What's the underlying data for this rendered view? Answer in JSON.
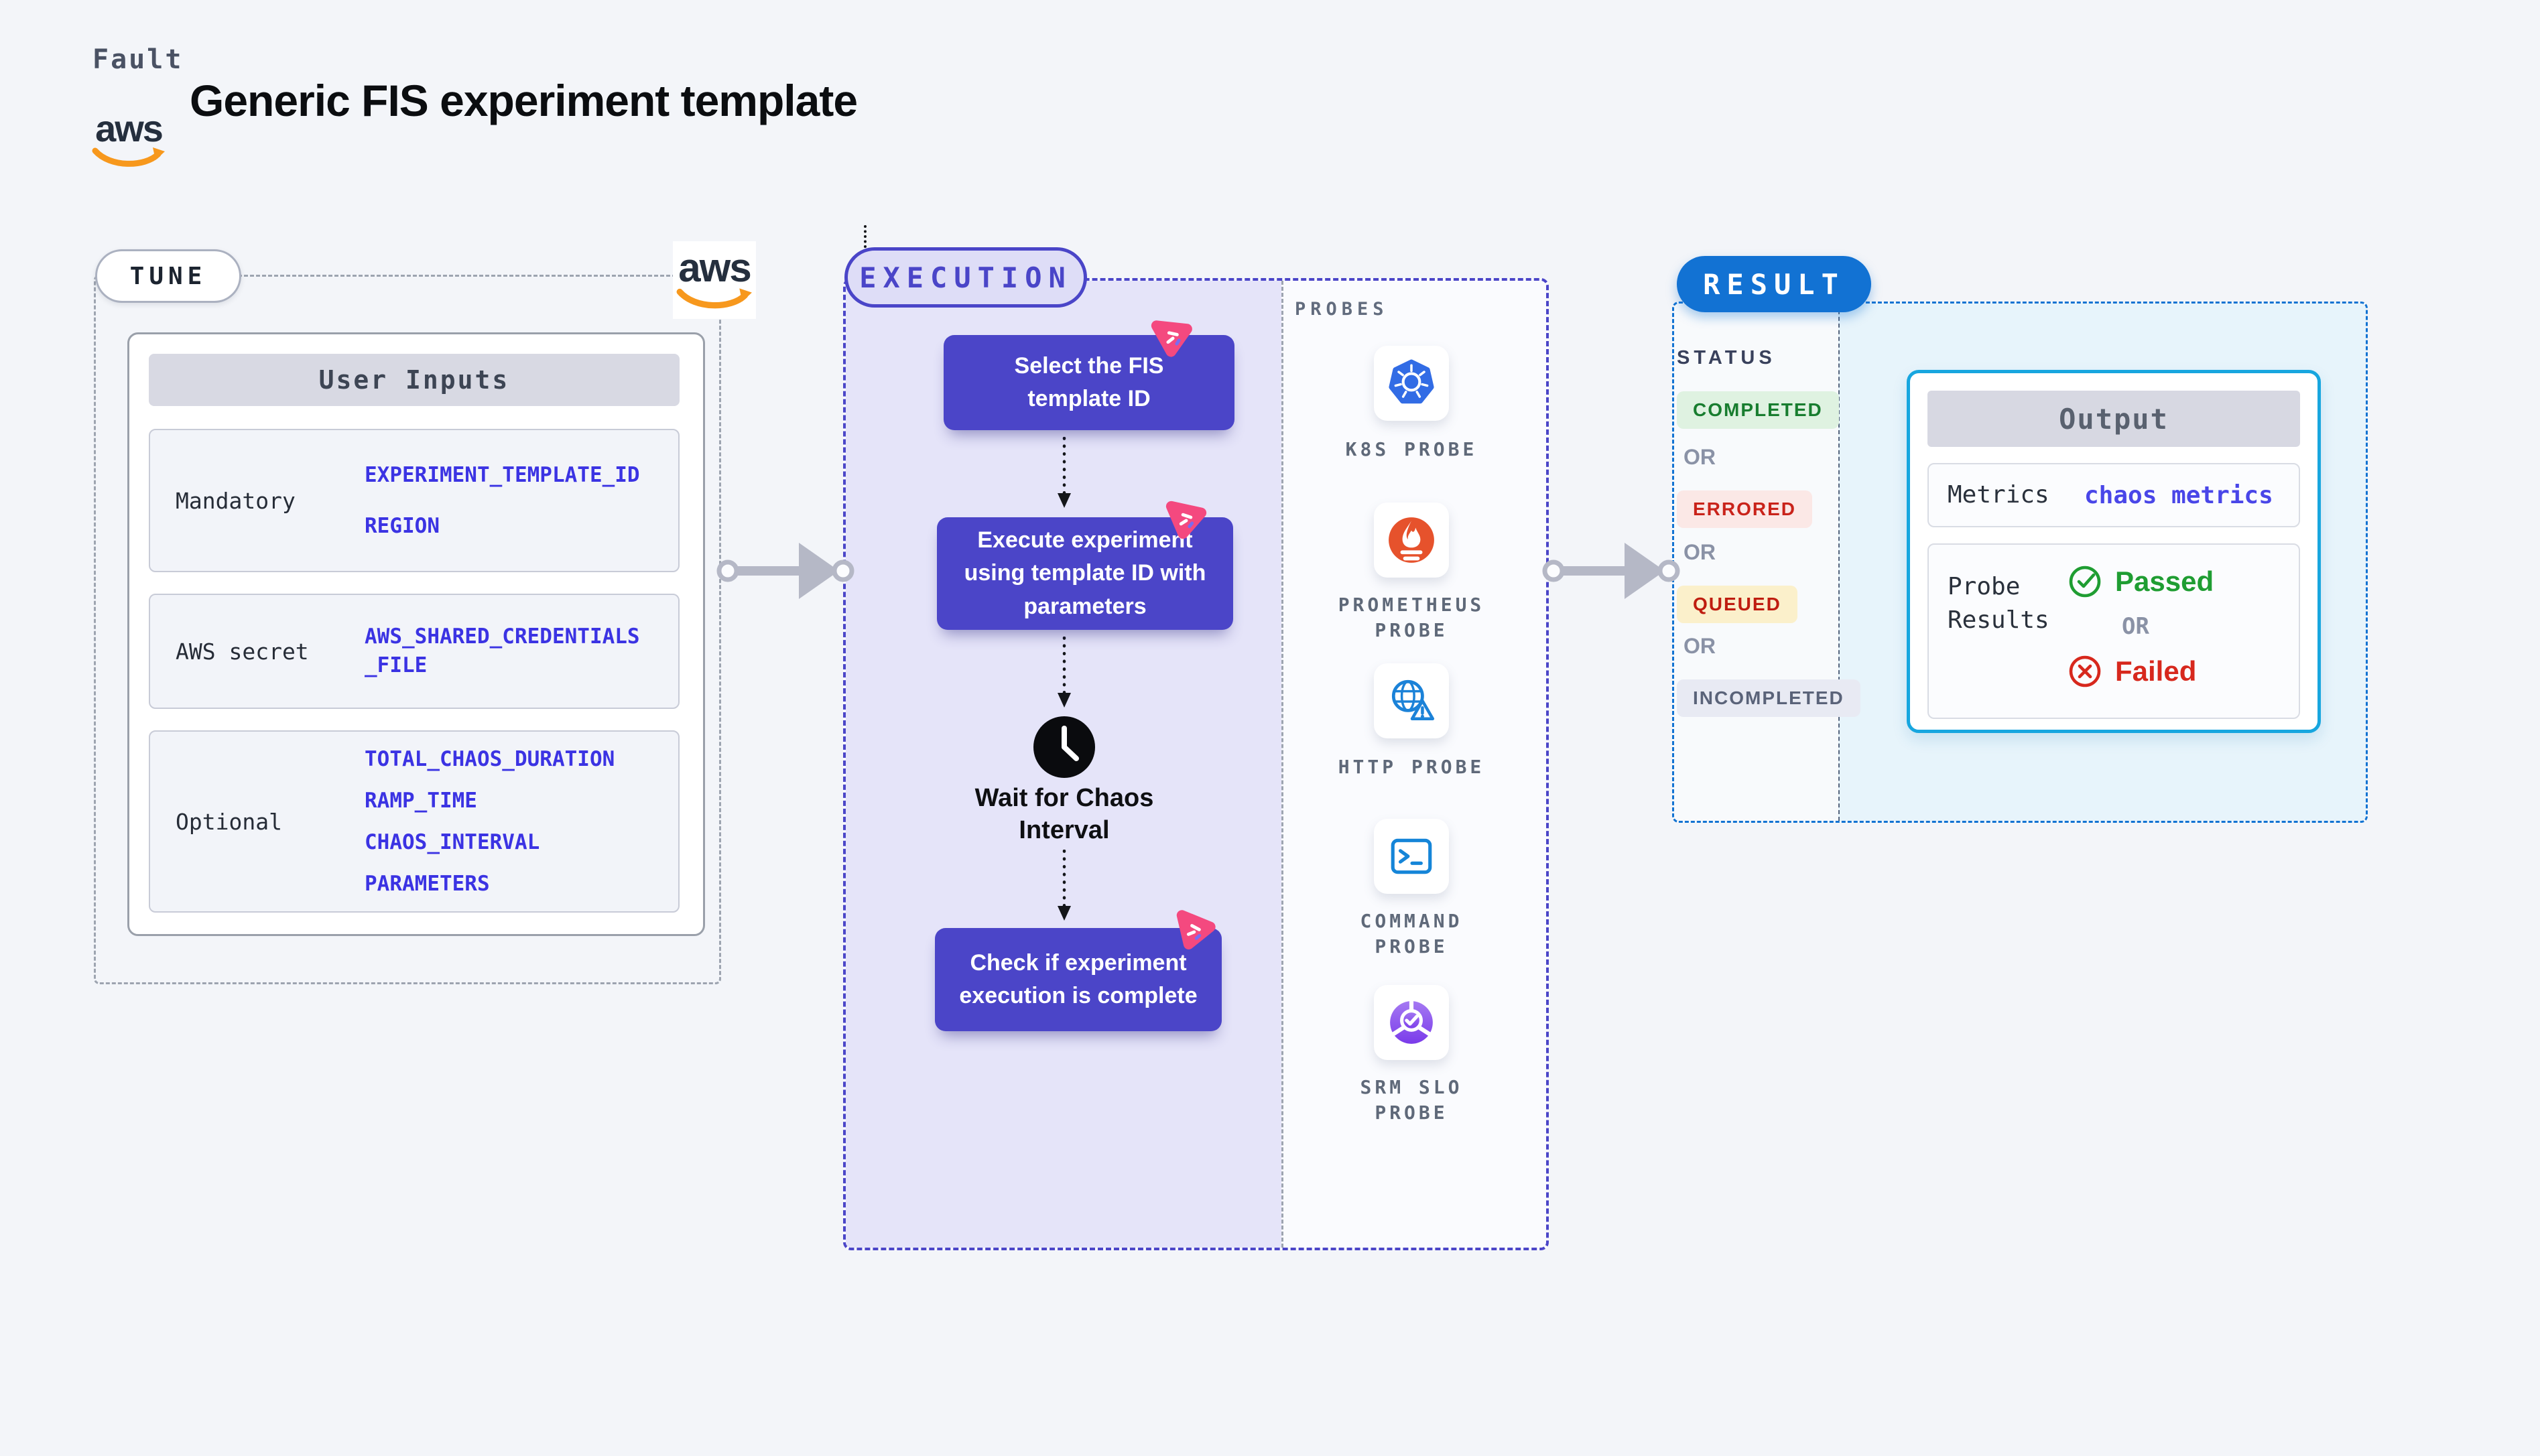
{
  "header": {
    "brand": "Fault",
    "title": "Generic FIS experiment template",
    "aws_logo_text": "aws"
  },
  "tune": {
    "badge_label": "TUNE",
    "table": {
      "title": "User Inputs",
      "rows": [
        {
          "label": "Mandatory",
          "values": [
            "EXPERIMENT_TEMPLATE_ID",
            "REGION"
          ]
        },
        {
          "label": "AWS secret",
          "values": [
            "AWS_SHARED_CREDENTIALS",
            "_FILE"
          ]
        },
        {
          "label": "Optional",
          "values": [
            "TOTAL_CHAOS_DURATION",
            "RAMP_TIME",
            "CHAOS_INTERVAL",
            "PARAMETERS"
          ]
        }
      ]
    }
  },
  "execution": {
    "badge_label": "EXECUTION",
    "steps": [
      {
        "label": "Select the FIS template ID",
        "type": "action"
      },
      {
        "label": "Execute experiment using template ID with parameters",
        "type": "action"
      },
      {
        "label": "Wait for Chaos Interval",
        "type": "wait"
      },
      {
        "label": "Check if experiment execution is complete",
        "type": "action"
      }
    ],
    "probes_title": "PROBES",
    "probes": [
      {
        "label": "K8S PROBE",
        "icon": "kubernetes-icon"
      },
      {
        "label": "PROMETHEUS PROBE",
        "icon": "prometheus-icon"
      },
      {
        "label": "HTTP PROBE",
        "icon": "http-globe-icon"
      },
      {
        "label": "COMMAND PROBE",
        "icon": "terminal-icon"
      },
      {
        "label": "SRM SLO PROBE",
        "icon": "slo-donut-icon"
      }
    ]
  },
  "result": {
    "badge_label": "RESULT",
    "status_title": "STATUS",
    "or_label": "OR",
    "statuses": [
      {
        "label": "COMPLETED",
        "kind": "success"
      },
      {
        "label": "ERRORED",
        "kind": "error"
      },
      {
        "label": "QUEUED",
        "kind": "queued"
      },
      {
        "label": "INCOMPLETED",
        "kind": "neutral"
      }
    ],
    "output": {
      "title": "Output",
      "metrics_label": "Metrics",
      "metrics_value": "chaos metrics",
      "probe_results_label": "Probe Results",
      "passed_label": "Passed",
      "failed_label": "Failed"
    }
  },
  "colors": {
    "accent_indigo": "#4B45C8",
    "accent_pink": "#F4497F",
    "result_blue": "#1272D3",
    "output_cyan": "#17A6DF",
    "success_green": "#1F9D32",
    "error_red": "#D7281D",
    "value_blue": "#3B33E3",
    "k8s_blue": "#326CE5",
    "prometheus_orange": "#E6522C",
    "slo_purple": "#7A3BEA"
  }
}
